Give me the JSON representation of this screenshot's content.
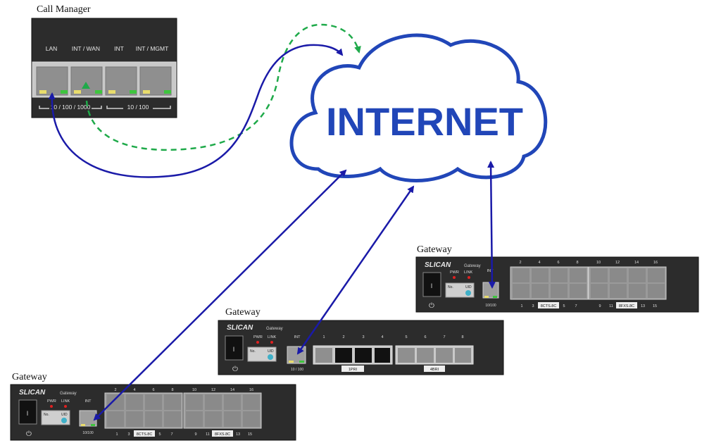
{
  "call_manager": {
    "title": "Call Manager",
    "ports": [
      "LAN",
      "INT / WAN",
      "INT",
      "INT / MGMT"
    ],
    "speed_left": "10 / 100 / 1000",
    "speed_right": "10 / 100"
  },
  "cloud": {
    "label": "INTERNET",
    "color": "#2146b8"
  },
  "gateway_c": {
    "title": "Gateway",
    "brand": "SLICAN",
    "sub": "Gateway",
    "pwr": "PWR",
    "link": "LINK",
    "no": "No.",
    "uid": "UID",
    "int": "INT",
    "int_speed": "10/100",
    "top_nums": [
      "2",
      "4",
      "6",
      "8",
      "10",
      "12",
      "14",
      "16"
    ],
    "bottom_nums": [
      "1",
      "3",
      "5",
      "7",
      "9",
      "11",
      "13",
      "15"
    ],
    "module1": "8CTS.8C",
    "module2": "8FXS.8C"
  },
  "gateway_b": {
    "title": "Gateway",
    "brand": "SLICAN",
    "sub": "Gateway",
    "pwr": "PWR",
    "link": "LINK",
    "no": "No.",
    "uid": "UID",
    "int": "INT",
    "int_speed": "10 / 100",
    "port_nums": [
      "1",
      "2",
      "3",
      "4",
      "5",
      "6",
      "7",
      "8"
    ],
    "module1": "1PRI",
    "module2": "4BRI"
  },
  "gateway_a": {
    "title": "Gateway",
    "brand": "SLICAN",
    "sub": "Gateway",
    "pwr": "PWR",
    "link": "LINK",
    "no": "No.",
    "uid": "UID",
    "int": "INT",
    "int_speed": "10/100",
    "top_nums": [
      "2",
      "4",
      "6",
      "8",
      "10",
      "12",
      "14",
      "16"
    ],
    "bottom_nums": [
      "1",
      "3",
      "5",
      "7",
      "9",
      "11",
      "13",
      "15"
    ],
    "module1": "8CTS.8C",
    "module2": "8FXS.8C"
  },
  "colors": {
    "link_solid": "#1a1aa8",
    "link_dashed": "#1faa4a",
    "panel": "#2c2c2c"
  }
}
